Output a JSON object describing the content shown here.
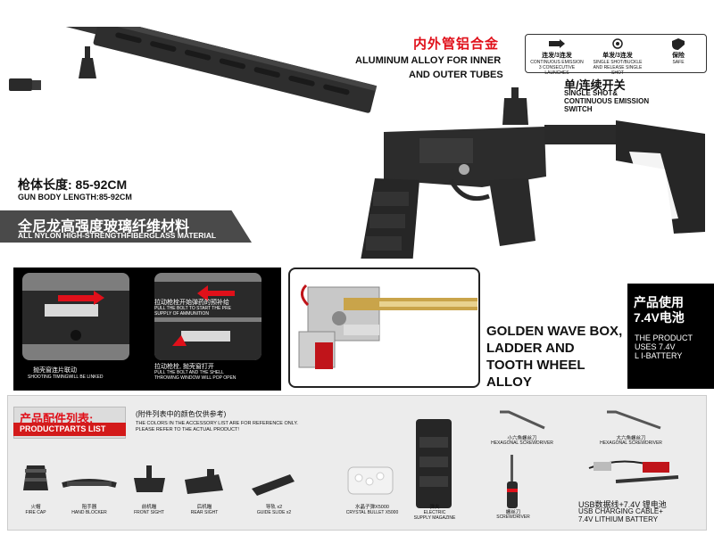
{
  "rifle": {
    "tube_zh": "内外管铝合金",
    "tube_en_1": "ALUMINUM ALLOY FOR INNER",
    "tube_en_2": "AND OUTER TUBES",
    "switch_zh": "单/连续开关",
    "switch_en_1": "SINGLE SHOT&",
    "switch_en_2": "CONTINUOUS EMISSION",
    "switch_en_3": "SWITCH",
    "length_zh": "枪体长度: 85-92CM",
    "length_en": "GUN BODY LENGTH:85-92CM",
    "material_zh": "全尼龙高强度玻璃纤维材料",
    "material_en": "ALL NYLON HIGH-STRENGTHFIBERGLASS MATERIAL"
  },
  "modes": [
    {
      "zh": "连发/3连发",
      "en1": "CONTINUOUS EMISSION",
      "en2": "3 CONSECUTIVE LAUNCHES",
      "icon": "continuous-fire-icon"
    },
    {
      "zh": "单发/3连发",
      "en1": "SINGLE SHOT/BUCKLE",
      "en2": "AND RELEASE SINGLE SHOT",
      "icon": "single-shot-icon"
    },
    {
      "zh": "保险",
      "en1": "SAFE",
      "en2": "",
      "icon": "safety-icon"
    }
  ],
  "features": {
    "left_cap_zh": "抛壳窗连片联动",
    "left_cap_en": "SHOOTING TIMINGWILL BE LINKED",
    "pull1_zh": "拉动枪栓开始弹药的预补给",
    "pull1_en1": "PULL THE BOLT TO START THE PRE",
    "pull1_en2": "SUPPLY OF AMMUNITION",
    "pull2_zh": "拉动枪栓, 抛壳窗打开",
    "pull2_en1": "PULL THE BOLT AND THE SHELL",
    "pull2_en2": "THROWING WINDOW WILL POP OPEN",
    "gold_1": "GOLDEN WAVE BOX,",
    "gold_2": "LADDER AND",
    "gold_3": "TOOTH WHEEL ALLOY",
    "battery_zh_1": "产品使用",
    "battery_zh_2": "7.4V电池",
    "battery_en_1": "THE PRODUCT",
    "battery_en_2": "USES 7.4V",
    "battery_en_3": "L I-BATTERY"
  },
  "accessories": {
    "title_zh": "产品配件列表:",
    "title_en": "PRODUCTPARTS LIST",
    "note_zh": "(附件列表中的颜色仅供参考)",
    "note_en_1": "THE COLORS IN THE ACCESSORY LIST ARE FOR REFERENCE ONLY.",
    "note_en_2": "PLEASE REFER TO THE ACTUAL PRODUCT!",
    "items": [
      {
        "zh": "火帽",
        "en": "FIRE CAP"
      },
      {
        "zh": "阻手器",
        "en": "HAND BLOCKER"
      },
      {
        "zh": "前机瞄",
        "en": "FRONT SIGHT"
      },
      {
        "zh": "后机瞄",
        "en": "REAR SIGHT"
      },
      {
        "zh": "导轨 x2",
        "en": "GUIDE SLIDE x2"
      },
      {
        "zh": "水晶子弹X5000",
        "en": "CRYSTAL BULLET X5000"
      },
      {
        "zh": "弹夹",
        "en1": "ELECTRIC",
        "en2": "SUPPLY MAGAZINE"
      },
      {
        "zh": "螺丝刀",
        "en": "SCREWDRIVER"
      }
    ],
    "small_hex_zh": "小六角螺丝刀",
    "small_hex_en": "HEXAGONAL SCREWDRIVER",
    "large_hex_zh": "大六角螺丝刀",
    "large_hex_en": "HEXAGONAL SCREWDRIVER",
    "usb_1": "USB数据线+7.4V 锂电池",
    "usb_2": "USB CHARGING CABLE+",
    "usb_3": "7.4V LITHIUM BATTERY"
  },
  "colors": {
    "accent_red": "#e0101a",
    "panel_dark": "#4a4a4a",
    "gun_black": "#2a2a2a",
    "gold": "#c9a44a"
  }
}
